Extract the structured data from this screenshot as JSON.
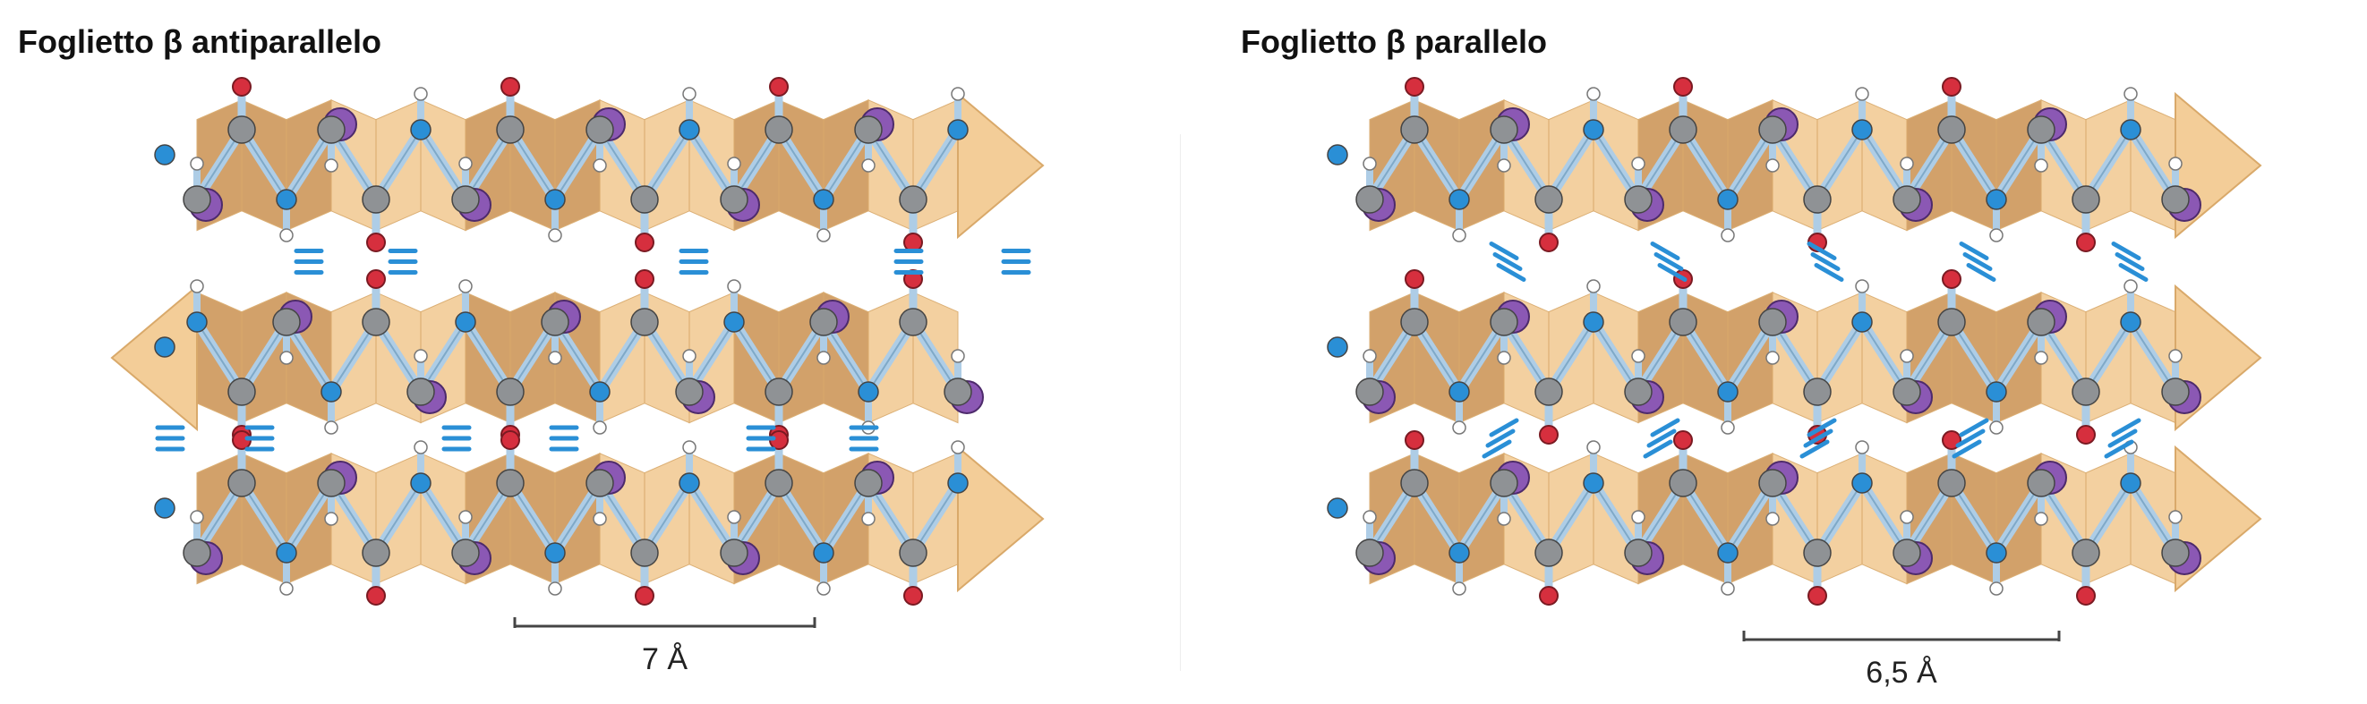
{
  "left_panel": {
    "title": "Foglietto β antiparallelo",
    "sheet_type": "antiparallel",
    "strand_directions": [
      "right",
      "left",
      "right"
    ],
    "scale_label": "7 Å"
  },
  "right_panel": {
    "title": "Foglietto β parallelo",
    "sheet_type": "parallel",
    "strand_directions": [
      "right",
      "right",
      "right"
    ],
    "scale_label": "6,5 Å"
  },
  "colors": {
    "ribbon": "#f3cd98",
    "ribbon_dark": "#cf9a5e",
    "ribbon_edge": "#d9a96a",
    "bond": "#aecde6",
    "carbon": "#8f9295",
    "nitrogen": "#2a8fd6",
    "oxygen": "#d62f3e",
    "hydrogen": "#ffffff",
    "side_chain": "#8b58b4",
    "h_bond": "#2a8fd6",
    "scale_bar": "#444444"
  }
}
